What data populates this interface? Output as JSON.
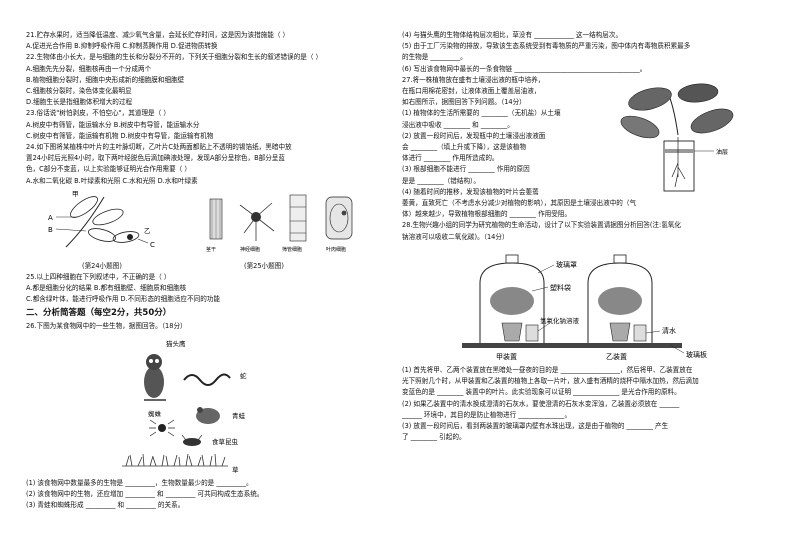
{
  "left": {
    "q21": [
      "21.贮存水果时，适当降低温度、减少氧气含量，会延长贮存时间，这是因为该措施能（    ）",
      "A.促进光合作用        B.抑制呼吸作用        C.抑制蒸腾作用        D.促进物质转换"
    ],
    "q22": [
      "22.生物体由小长大，是与细胞的生长和分裂分不开的，下列关于细胞分裂和生长的叙述错误的是（    ）",
      "A.细胞先先分裂，细胞核再由一个分成两个",
      "B.植物细胞分裂时，细胞中央形成新的细胞膜和细胞壁",
      "C.细胞核分裂时，染色体变化最明显",
      "D.细胞生长是指细胞体积增大的过程"
    ],
    "q23": [
      "23.俗话说\"树怕剥皮，不怕空心\"，其道理是（    ）",
      "A.树皮中有筛管，能运输水分            B.树皮中有导管，能运输水分",
      "C.树皮中有筛管，能运输有机物          D.树皮中有导管，能运输有机物"
    ],
    "q24": [
      "24.如下图将某植株中叶片的主叶脉切断，乙叶片C处两面都贴上不透明的锡箔纸，黑暗中放",
      "置24小时后光照4小时，取下两叶经脱色后滴加碘液处理，发现A部分呈棕色，B部分呈蓝",
      "色，C部分不变蓝，以上实验能够证明光合作用需要（    ）",
      "A.水和二氧化碳          B.叶绿素和光照          C.水和光照          D.水和叶绿素"
    ],
    "fig24_caption": "(第24小题图)",
    "fig25_caption": "(第25小题图)",
    "fig24_labels": [
      "甲",
      "A",
      "B",
      "乙",
      "C"
    ],
    "fig25_labels": [
      "茎干",
      "神经细胞",
      "筛管细胞",
      "叶肉细胞"
    ],
    "q25": [
      "25.以上四种细胞在下列叙述中，不正确的是（    ）",
      "A.都是细胞分化的结果              B.都有细胞壁、细胞质和细胞核",
      "C.都含绿叶体，能进行呼吸作用      D.不同形态的细胞适应不同的功能"
    ],
    "section2": "二、分析简答题（每空2分，共50分）",
    "q26_intro": "26.下图为某食物网中的一些生物，据图回答。（18分）",
    "food_web_labels": [
      "猫头鹰",
      "蛇",
      "蜘蛛",
      "青蛙",
      "食草昆虫",
      "草"
    ],
    "q26_questions": [
      "(1) 该食物网中数量最多的生物是 _________，生物数量最少的是 _________。",
      "(2) 该食物网中的生物，还应增加 _________ 和 _________ 可共同构成生态系统。",
      "(3) 青蛙和蜘蛛形成 _________ 和 _________ 的关系。"
    ]
  },
  "right": {
    "q26_cont": [
      "(4) 与猫头鹰的生物体结构层次相比，草没有 ____________ 这一结构层次。",
      "(5) 由于工厂污染物的排放，导致该生态系统受到有毒物质的严重污染，图中体内有毒物质积累最多",
      "     的生物是 _________。",
      "(6) 写出该食物网中最长的一条食物链 ______________________________________。"
    ],
    "q27": [
      "27.将一株植物放在盛有土壤浸出液的瓶中培养，",
      "在瓶口用棉花密封，让液体液面上覆盖层油液，",
      "如右图所示，据图回答下列问题。（14分）",
      "(1) 植物体的生活所需要的 ________（无机盐）从土壤",
      "     浸出液中吸收 ________ 和 ________。",
      "(2) 放置一段时间后，发现瓶中的土壤浸出液液面",
      "     会 ________（填上升或下降），这是该植物",
      "     体进行 ________ 作用所造成的。",
      "(3) 根部细胞不能进行 ________ 作用的原因",
      "     是是 ________（错结构）。",
      "(4) 随着时间的推移，发现该植物的叶片会萎蔫",
      "     萎黄，直致死亡（不考虑水分减少对植物的影响），其原因是土壤浸出液中的（气",
      "     体）越来越少，导致植物根部细胞的 ________ 作用受阻。"
    ],
    "oil_label": "油层",
    "q28": [
      "28.生物兴趣小组的同学为研究植物的生命活动，设计了以下实验装置请据图分析回答(注:氢氧化",
      "钠溶液可以吸收二氧化碳)。（14分）"
    ],
    "apparatus_labels": {
      "glass_cover": "玻璃罩",
      "plastic_bag": "塑料袋",
      "naoh": "氢氧化钠溶液",
      "water": "清水",
      "glass_plate": "玻璃板",
      "device_a": "甲装置",
      "device_b": "乙装置"
    },
    "q28_questions": [
      "(1) 首先将甲、乙两个装置放在黑暗处一昼夜的目的是 __________________，然后将甲、乙装置放在",
      "     光下照射几个时，从甲装置和乙装置的植物上各取一片叶，放入盛有酒精的烧杯中隔水加热，然后滴加",
      "     变蓝色的是 ________ 装置中的叶片。此实验现象可以证明 ______________ 是光合作用的原料。",
      "(2) 如果乙装置中的清水换成澄清的石灰水，要使澄清的石灰水变浑浊，乙装置必须放在 ______",
      "     ______ 环境中，其目的是防止植物进行 ______________。",
      "(3) 放置一段时间后，看到两装置的玻璃罩内壁有水珠出现，这是由于植物的 ________ 产生",
      "     了 ________ 引起的。"
    ]
  }
}
